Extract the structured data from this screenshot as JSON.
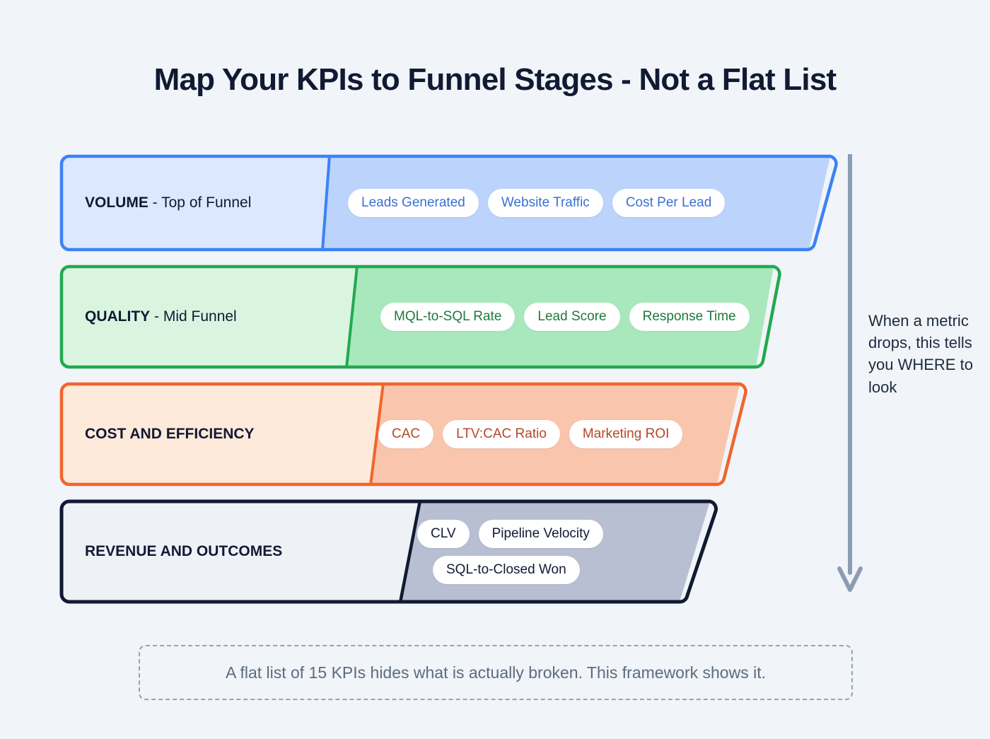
{
  "title": "Map Your KPIs to Funnel Stages - Not a Flat List",
  "colors": {
    "background": "#f1f4f8",
    "title": "#101a33",
    "volume_border": "#3b82f6",
    "quality_border": "#22a94f",
    "cost_border": "#f2642c",
    "revenue_border": "#101a33",
    "arrow": "#8c9cb3",
    "caption_border": "#93a4bb",
    "caption_text": "#5c6b81"
  },
  "funnel": {
    "stages": [
      {
        "id": "volume",
        "label_strong": "VOLUME",
        "label_soft": " - Top of Funnel",
        "accent": "#3b82f6",
        "fill_left": "#dce8fd",
        "fill_right": "#bcd4fb",
        "pill_text": "#3b6fd4",
        "kpis": [
          "Leads Generated",
          "Website Traffic",
          "Cost Per Lead"
        ]
      },
      {
        "id": "quality",
        "label_strong": "QUALITY",
        "label_soft": " - Mid Funnel",
        "accent": "#22a94f",
        "fill_left": "#d9f5e0",
        "fill_right": "#a9e8bd",
        "pill_text": "#1d7a3c",
        "kpis": [
          "MQL-to-SQL Rate",
          "Lead Score",
          "Response Time"
        ]
      },
      {
        "id": "cost-and-efficiency",
        "label_strong": "COST AND EFFICIENCY",
        "label_soft": "",
        "accent": "#f2642c",
        "fill_left": "#fdeadb",
        "fill_right": "#f9c5ac",
        "pill_text": "#b5472a",
        "kpis": [
          "CAC",
          "LTV:CAC Ratio",
          "Marketing ROI"
        ]
      },
      {
        "id": "revenue-and-outcomes",
        "label_strong": "REVENUE AND OUTCOMES",
        "label_soft": "",
        "accent": "#101a33",
        "fill_left": "#eef1f6",
        "fill_right": "#b9bfd2",
        "pill_text": "#101a33",
        "kpis_row1": [
          "CLV",
          "Pipeline Velocity"
        ],
        "kpis_row2": [
          "SQL-to-Closed Won"
        ]
      }
    ]
  },
  "side_note": {
    "text": "When a metric drops, this tells you WHERE to look",
    "arrow_direction": "down"
  },
  "caption": {
    "text": "A flat list of 15 KPIs hides what is actually broken. This framework shows it."
  }
}
